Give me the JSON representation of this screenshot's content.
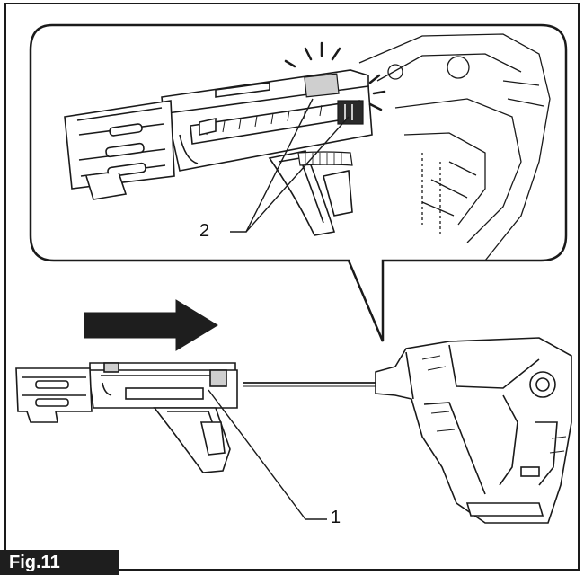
{
  "figure": {
    "label": "Fig.11"
  },
  "callouts": {
    "part1": "1",
    "part2": "2"
  },
  "colors": {
    "line": "#1a1a1a",
    "fill": "#ffffff",
    "dark_fill": "#1e1e1e",
    "shade": "#cfcfcf"
  },
  "icons": {
    "direction_arrow": "right-arrow-icon"
  }
}
